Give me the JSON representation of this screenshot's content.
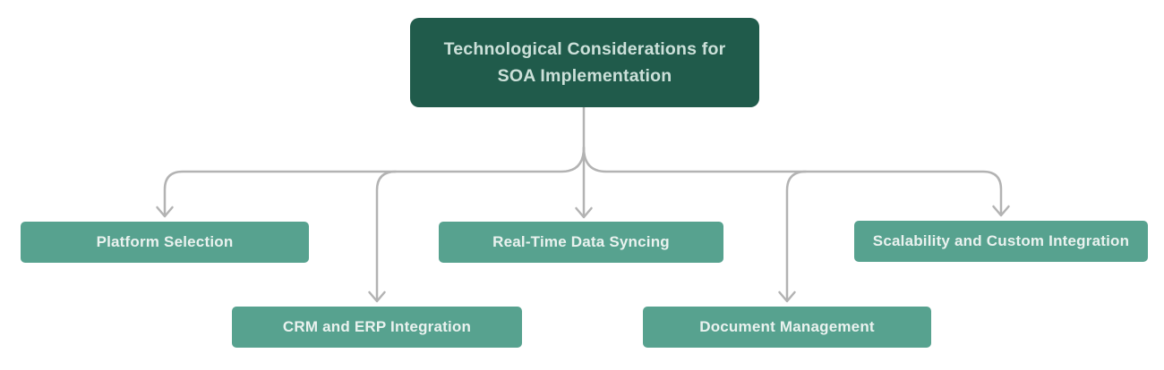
{
  "diagram": {
    "root": {
      "lines": [
        "Technological Considerations for",
        "SOA Implementation"
      ]
    },
    "children": [
      {
        "id": "platform-selection",
        "label": "Platform Selection"
      },
      {
        "id": "crm-and-erp-integration",
        "label": "CRM and ERP Integration"
      },
      {
        "id": "real-time-data-syncing",
        "label": "Real-Time Data Syncing"
      },
      {
        "id": "document-management",
        "label": "Document Management"
      },
      {
        "id": "scalability-and-custom-integration",
        "label": "Scalability and Custom Integration"
      }
    ],
    "colors": {
      "background": "#ffffff",
      "root_bg": "#205B4B",
      "root_text": "#CCE0D9",
      "child_bg": "#57A28F",
      "child_text": "#EAF2EF",
      "connector": "#B3B3B3"
    }
  }
}
